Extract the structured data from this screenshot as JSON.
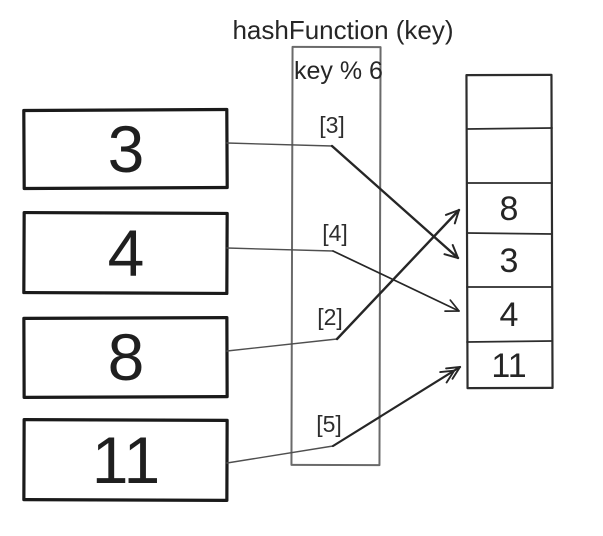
{
  "title": "hashFunction (key)",
  "hash_function": {
    "formula": "key % 6",
    "formula_color": "#c42020",
    "outputs": [
      "[3]",
      "[4]",
      "[2]",
      "[5]"
    ]
  },
  "keys": [
    "3",
    "4",
    "8",
    "11"
  ],
  "table": {
    "cells": [
      "",
      "",
      "8",
      "3",
      "4",
      "11"
    ]
  },
  "mappings": [
    {
      "key": "3",
      "output": "[3]",
      "table_value": "3"
    },
    {
      "key": "4",
      "output": "[4]",
      "table_value": "4"
    },
    {
      "key": "8",
      "output": "[2]",
      "table_value": "8"
    },
    {
      "key": "11",
      "output": "[5]",
      "table_value": "11"
    }
  ],
  "colors": {
    "ink": "#262626",
    "accent_red": "#c42020"
  }
}
